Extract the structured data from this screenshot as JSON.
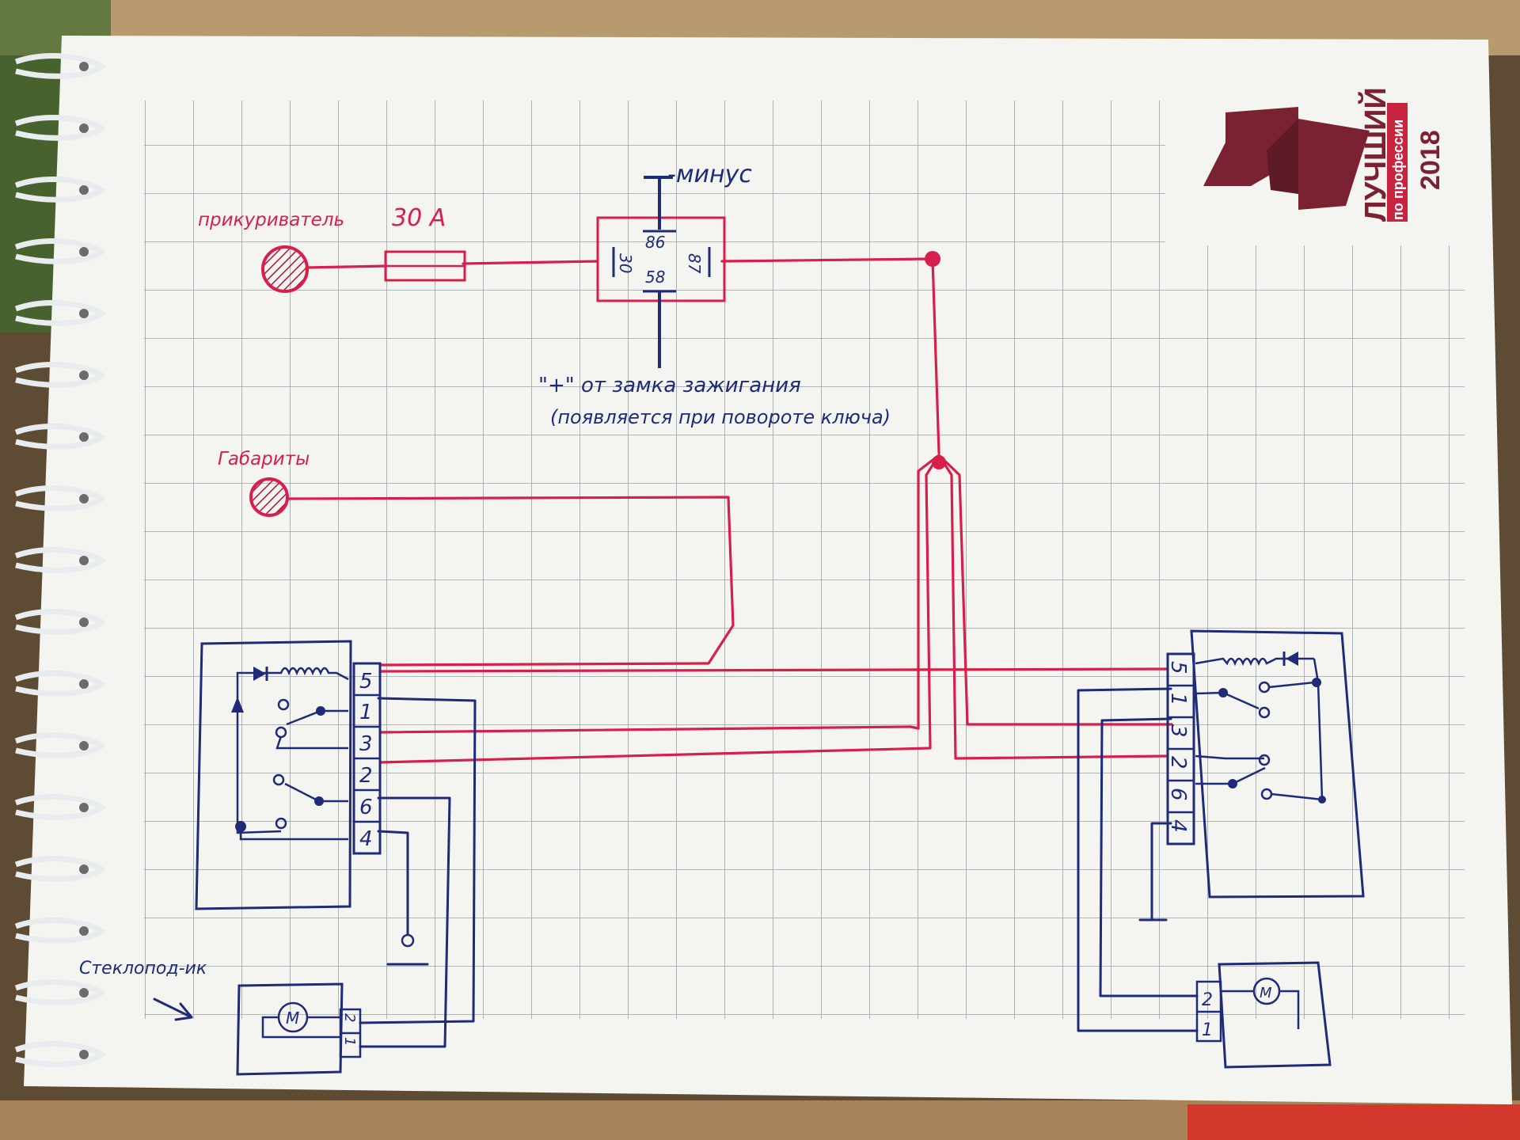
{
  "labels": {
    "cigarette_lighter": "прикуриватель",
    "fuse_rating": "30 А",
    "minus": "-минус",
    "ignition_line1": "\"+\" от замка зажигания",
    "ignition_line2": "(появляется при повороте ключа)",
    "side_lights": "Габариты",
    "window_motor": "Стеклопод-ик"
  },
  "relay": {
    "pin_86": "86",
    "pin_30": "30",
    "pin_87": "87",
    "pin_58": "58"
  },
  "left_switch_pins": [
    "5",
    "1",
    "3",
    "2",
    "6",
    "4"
  ],
  "right_switch_pins": [
    "5",
    "1",
    "3",
    "2",
    "6",
    "4"
  ],
  "motor": {
    "left_label": "M",
    "left_pins": [
      "1",
      "2"
    ],
    "right_label": "M",
    "right_pins": [
      "2",
      "1"
    ]
  },
  "logo": {
    "line1": "ЛУЧШИЙ",
    "line2": "по профессии",
    "line3": "2018"
  },
  "colors": {
    "red_wire": "#d81f4c",
    "blue_wire": "#1f2a78",
    "grid": "#9aa0a6",
    "paper": "#f4f4f1",
    "logo": "#7a2232"
  }
}
